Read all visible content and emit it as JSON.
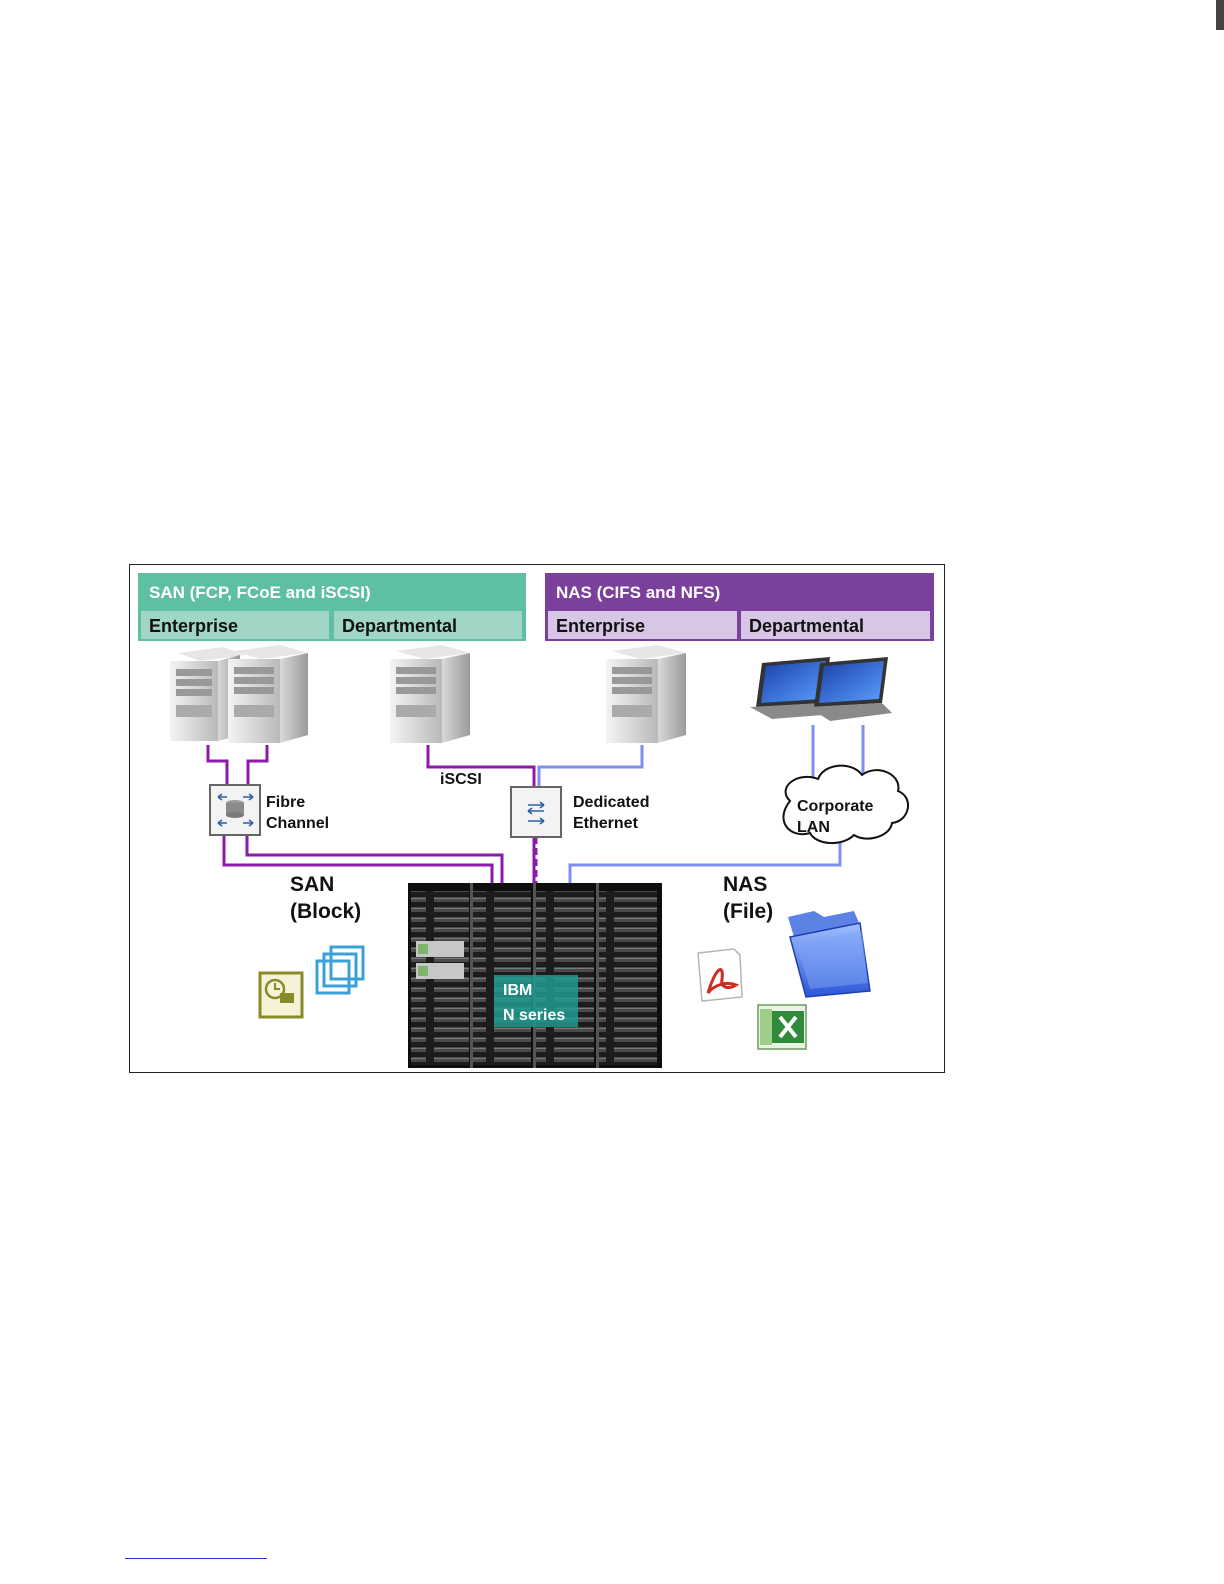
{
  "figure": {
    "san_header": {
      "title": "SAN  (FCP, FCoE and iSCSI)",
      "enterprise": "Enterprise",
      "departmental": "Departmental"
    },
    "nas_header": {
      "title": "NAS  (CIFS and NFS)",
      "enterprise": "Enterprise",
      "departmental": "Departmental"
    },
    "fibre_channel": {
      "line1": "Fibre",
      "line2": "Channel"
    },
    "iscsi_label": "iSCSI",
    "dedicated_ethernet": {
      "line1": "Dedicated",
      "line2": "Ethernet"
    },
    "corporate_lan": {
      "line1": "Corporate",
      "line2": "LAN"
    },
    "san_block": {
      "line1": "SAN",
      "line2": "(Block)"
    },
    "nas_file": {
      "line1": "NAS",
      "line2": "(File)"
    },
    "storage": {
      "line1": "IBM",
      "line2": "N series"
    },
    "icons": [
      "server-tower-icon",
      "fibre-channel-switch-icon",
      "ethernet-switch-icon",
      "laptop-icon",
      "cloud-icon",
      "storage-rack-icon",
      "database-app-icon",
      "virtualization-icon",
      "pdf-file-icon",
      "excel-file-icon",
      "folder-icon"
    ],
    "colors": {
      "san_header": "#5fbfa3",
      "san_sub": "#9fd6c6",
      "nas_header": "#7b3f9c",
      "nas_sub": "#d7c6e6",
      "san_link": "#8c1aa8",
      "nas_link": "#7f8ff0"
    }
  }
}
